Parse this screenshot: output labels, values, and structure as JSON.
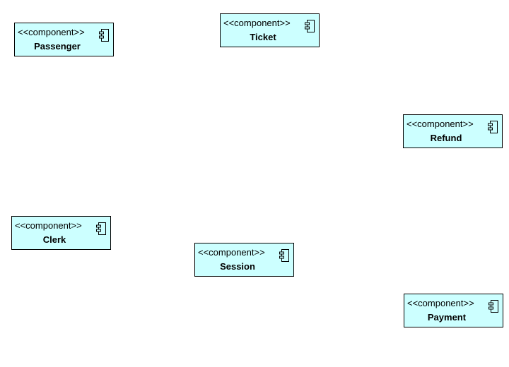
{
  "diagram": {
    "fill_color": "#ccffff",
    "border_color": "#000000",
    "components": [
      {
        "stereotype": "<<component>>",
        "name": "Passenger",
        "icon": "component-icon"
      },
      {
        "stereotype": "<<component>>",
        "name": "Ticket",
        "icon": "component-icon"
      },
      {
        "stereotype": "<<component>>",
        "name": "Refund",
        "icon": "component-icon"
      },
      {
        "stereotype": "<<component>>",
        "name": "Clerk",
        "icon": "component-icon"
      },
      {
        "stereotype": "<<component>>",
        "name": "Session",
        "icon": "component-icon"
      },
      {
        "stereotype": "<<component>>",
        "name": "Payment",
        "icon": "component-icon"
      }
    ]
  }
}
